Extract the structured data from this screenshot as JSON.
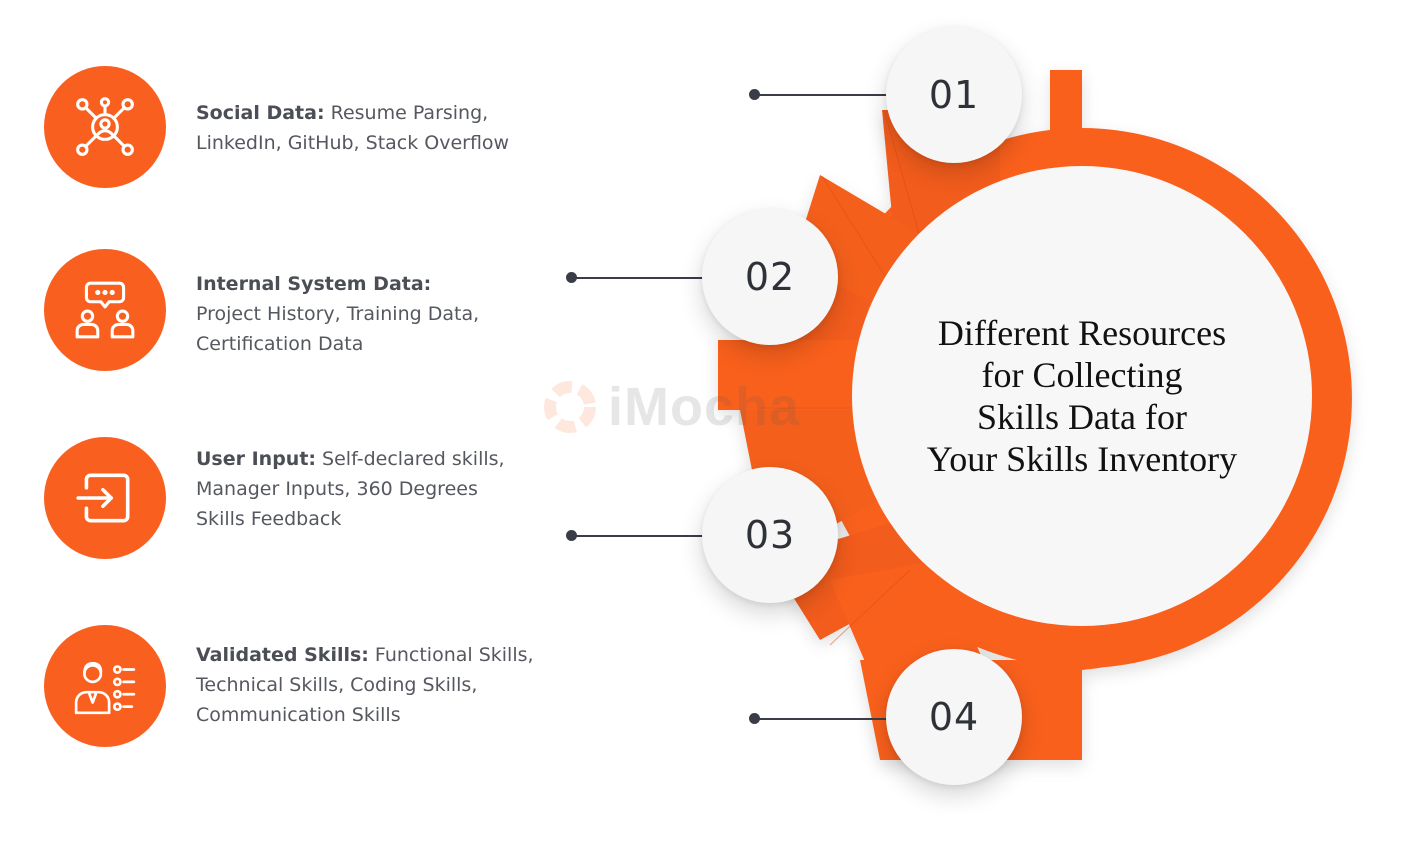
{
  "title_lines": [
    "Different Resources",
    "for Collecting",
    "Skills Data for",
    "Your Skills Inventory"
  ],
  "watermark": "iMocha",
  "colors": {
    "accent": "#F9601F",
    "dark": "#3a3d45",
    "circle": "#f6f6f7"
  },
  "steps": [
    {
      "number": "01",
      "label": "Social Data:",
      "lines": [
        " Resume Parsing,",
        "LinkedIn, GitHub, Stack Overflow"
      ],
      "icon": "network-user-icon"
    },
    {
      "number": "02",
      "label": "Internal System Data:",
      "lines": [
        "",
        "Project History, Training Data,",
        "Certification Data"
      ],
      "icon": "team-chat-icon"
    },
    {
      "number": "03",
      "label": "User Input:",
      "lines": [
        " Self-declared skills,",
        "Manager Inputs, 360 Degrees",
        "Skills Feedback"
      ],
      "icon": "login-arrow-icon"
    },
    {
      "number": "04",
      "label": "Validated Skills:",
      "lines": [
        " Functional Skills,",
        "Technical Skills, Coding Skills,",
        "Communication Skills"
      ],
      "icon": "user-checklist-icon"
    }
  ]
}
